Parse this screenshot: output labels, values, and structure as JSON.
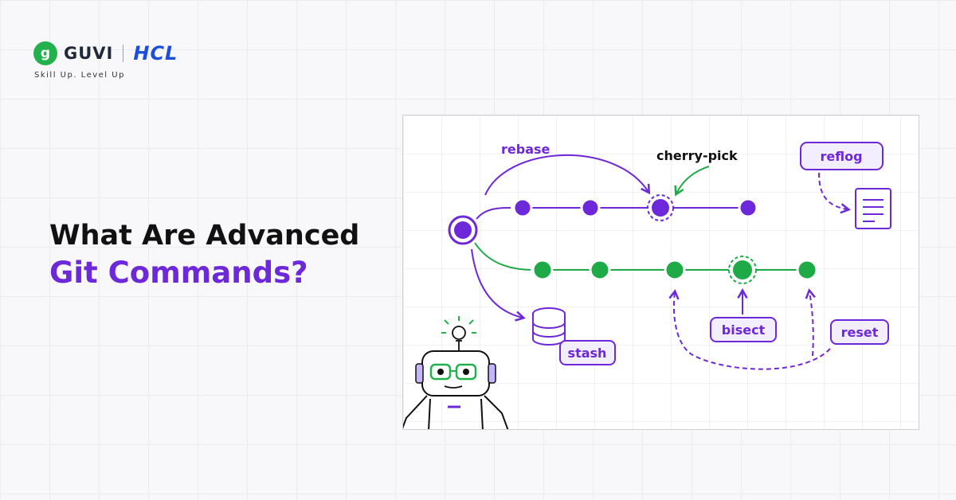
{
  "brand": {
    "guvi_icon": "g",
    "guvi": "GUVI",
    "hcl": "HCL",
    "tagline": "Skill Up. Level Up"
  },
  "headline": {
    "line1": "What Are Advanced",
    "line2": "Git Commands?"
  },
  "diagram": {
    "rebase": "rebase",
    "cherry_pick": "cherry-pick",
    "reflog": "reflog",
    "bisect": "bisect",
    "reset": "reset",
    "stash": "stash"
  },
  "colors": {
    "purple": "#6d28d9",
    "green": "#1faa48",
    "accent_green": "#22b14c",
    "hcl_blue": "#1d4ed8"
  },
  "icons": [
    "lightbulb-icon",
    "database-icon",
    "document-icon",
    "robot-icon"
  ]
}
